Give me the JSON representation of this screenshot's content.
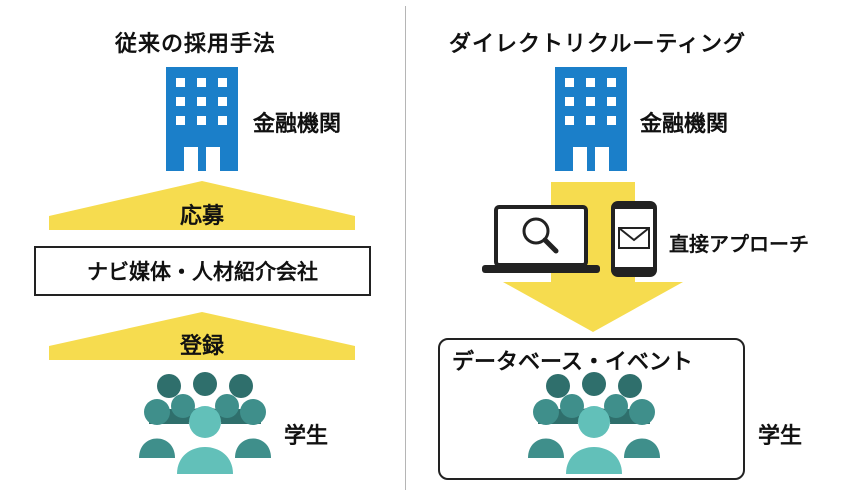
{
  "left": {
    "title": "従来の採用手法",
    "institution_label": "金融機関",
    "apply_label": "応募",
    "intermediary_label": "ナビ媒体・人材紹介会社",
    "register_label": "登録",
    "student_label": "学生"
  },
  "right": {
    "title": "ダイレクトリクルーティング",
    "institution_label": "金融機関",
    "approach_label": "直接アプローチ",
    "database_label": "データベース・イベント",
    "student_label": "学生"
  },
  "colors": {
    "building": "#1b7fc9",
    "arrow": "#f6dc4f",
    "people_front": "#62c0b9",
    "people_mid": "#3f8f8b",
    "people_back": "#2f6f6c",
    "device": "#222222"
  },
  "icons": [
    "building-icon",
    "people-icon",
    "laptop-search-icon",
    "smartphone-mail-icon"
  ]
}
